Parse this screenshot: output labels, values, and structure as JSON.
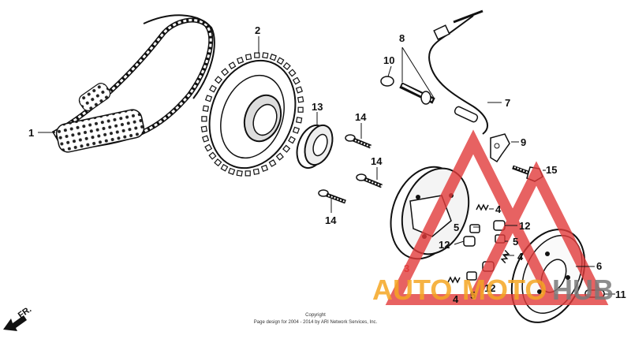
{
  "callouts": {
    "c1": "1",
    "c2": "2",
    "c3": "3",
    "c4a": "4",
    "c4b": "4",
    "c4c": "4",
    "c5a": "5",
    "c5b": "5",
    "c5c": "5",
    "c6": "6",
    "c7": "7",
    "c8": "8",
    "c9": "9",
    "c10": "10",
    "c11": "11",
    "c12a": "12",
    "c12b": "12",
    "c12c": "12",
    "c13": "13",
    "c14a": "14",
    "c14b": "14",
    "c14c": "14",
    "c15": "15"
  },
  "direction_label": "FR.",
  "copyright": {
    "line1": "Copyright",
    "line2": "Page design for 2004 - 2014 by ARI Network Services, Inc."
  },
  "watermark": {
    "auto": "AUTO",
    "moto": "MOTO",
    "hub": "HUB",
    "colors": {
      "orange": "#f5a623",
      "gray": "#7a7a7a",
      "red": "#e23b3b"
    }
  }
}
